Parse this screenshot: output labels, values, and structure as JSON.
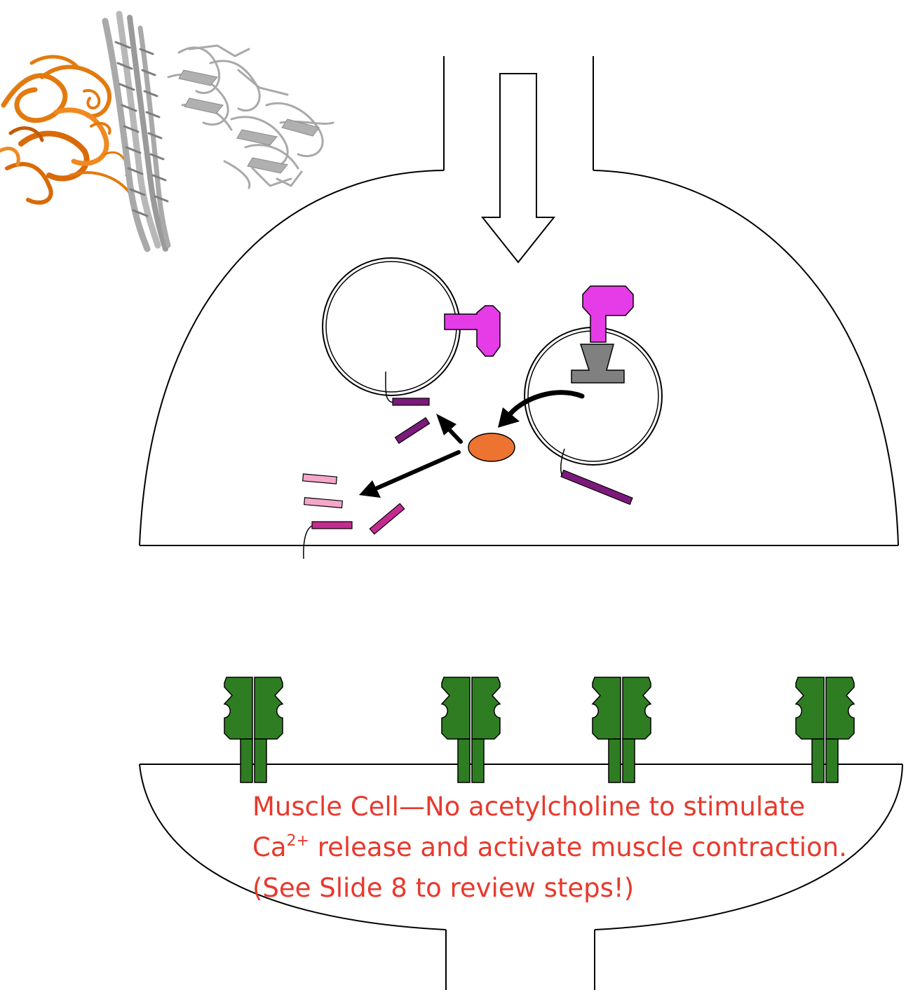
{
  "colors": {
    "outline": "#000000",
    "toxin_light_chain": "#e53ce8",
    "toxin_heavy_chain_receptor": "#808080",
    "protease": "#ed7430",
    "snare_intact": "#7b1a7b",
    "snare_cleaved_magenta": "#c42b8f",
    "snare_cleaved_pink": "#f4a7c9",
    "ach_receptor": "#2f7d22",
    "caption": "#e8392c",
    "protein_orange": "#e37a0f",
    "protein_gray": "#a9a9a9"
  },
  "icons": {
    "protein_structure": "protein-ribbon-structure-icon",
    "signal_arrow": "hollow-down-arrow-icon",
    "receptor": "ach-receptor-channel-icon"
  },
  "caption": {
    "line1": "Muscle Cell—No acetylcholine to stimulate",
    "line2_prefix": "Ca",
    "line2_sup": "2+",
    "line2_suffix": " release and activate muscle contraction.",
    "line3": "(See Slide 8 to review steps!)"
  }
}
